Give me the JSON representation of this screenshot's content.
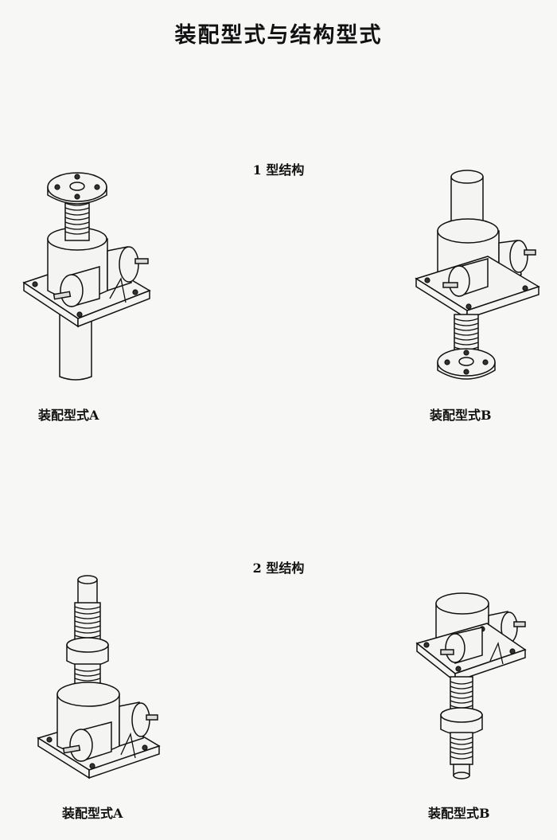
{
  "title": "装配型式与结构型式",
  "sections": [
    {
      "label": "1 型结构",
      "figures": [
        {
          "caption": "装配型式A"
        },
        {
          "caption": "装配型式B"
        }
      ]
    },
    {
      "label": "2 型结构",
      "figures": [
        {
          "caption": "装配型式A"
        },
        {
          "caption": "装配型式B"
        }
      ]
    }
  ]
}
